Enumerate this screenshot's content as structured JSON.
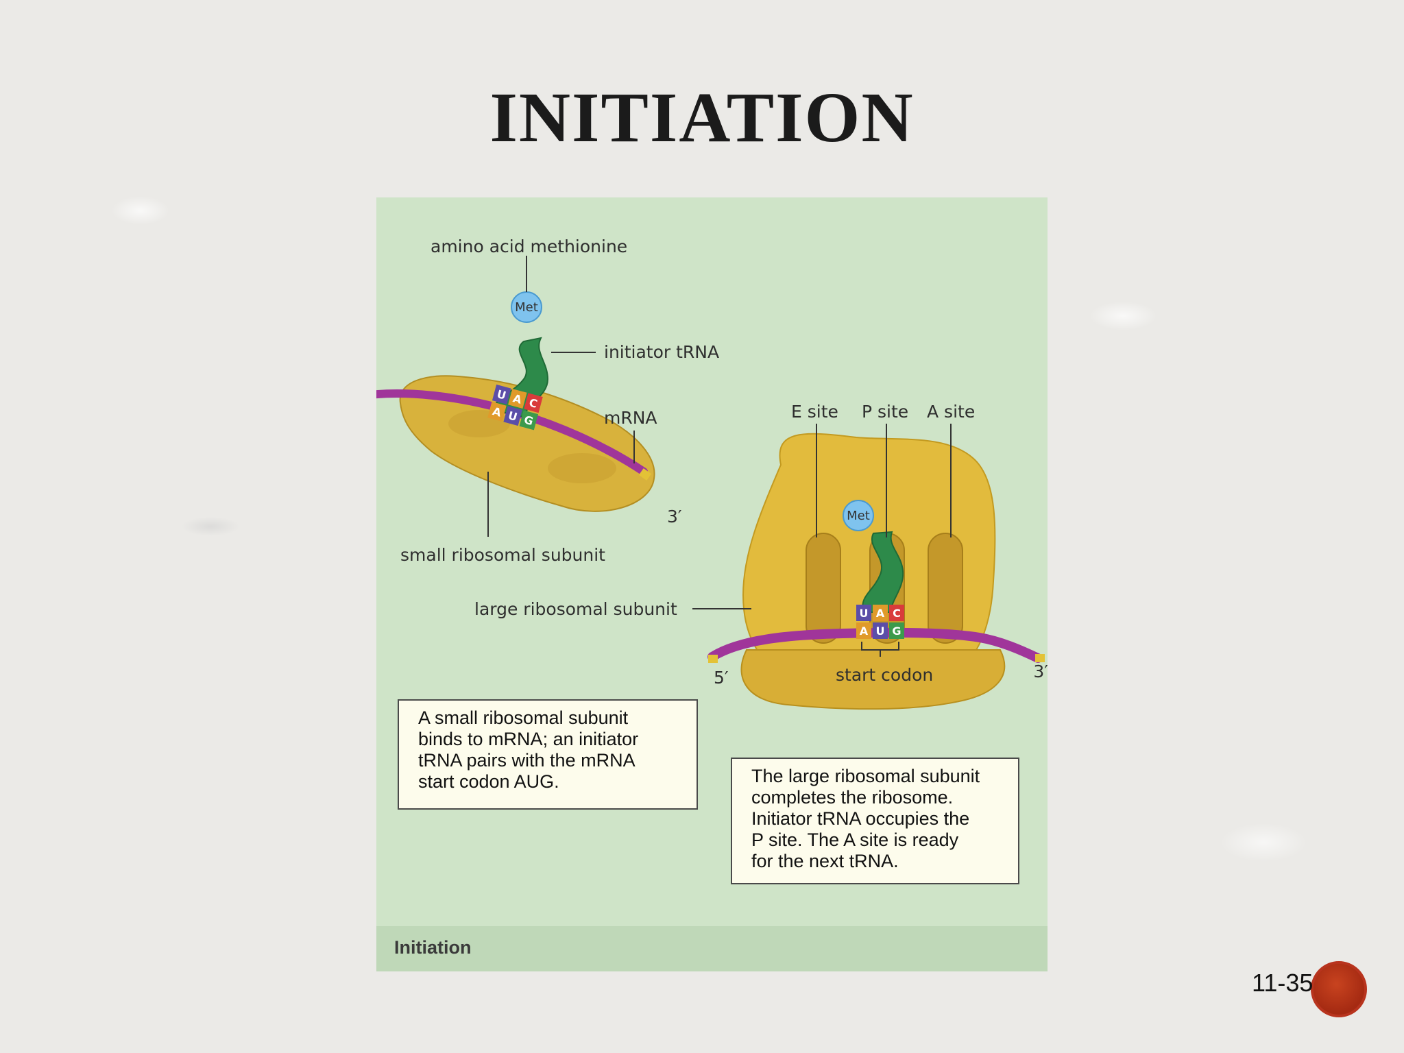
{
  "slide": {
    "title": "INITIATION",
    "page_number": "11-35"
  },
  "figure": {
    "footer_label": "Initiation",
    "labels": {
      "amino_acid": "amino acid methionine",
      "met": "Met",
      "initiator_trna": "initiator tRNA",
      "mrna": "mRNA",
      "five_prime": "5′",
      "three_prime": "3′",
      "small_subunit": "small ribosomal subunit",
      "large_subunit": "large ribosomal subunit",
      "e_site": "E site",
      "p_site": "P site",
      "a_site": "A site",
      "start_codon": "start codon"
    },
    "codon": {
      "anticodon": [
        "U",
        "A",
        "C"
      ],
      "codon": [
        "A",
        "U",
        "G"
      ]
    },
    "captions": {
      "left": [
        "A small ribosomal subunit",
        "binds to mRNA; an initiator",
        "tRNA pairs with the mRNA",
        "start codon AUG."
      ],
      "right": [
        "The large ribosomal subunit",
        "completes the ribosome.",
        "Initiator tRNA occupies the",
        "P site. The A site is ready",
        "for the next tRNA."
      ]
    },
    "colors": {
      "background": "#cfe4c8",
      "ribosome": "#d9b23a",
      "mrna": "#a0359a",
      "trna": "#2d8a4a",
      "met": "#7fc3ee"
    }
  }
}
